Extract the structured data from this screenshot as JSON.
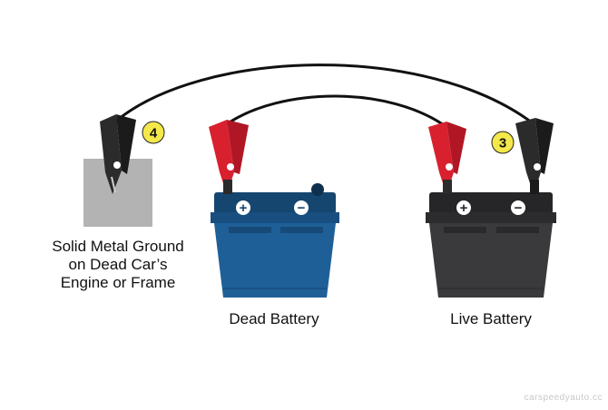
{
  "diagram": {
    "ground_label_lines": [
      "Solid Metal Ground",
      "on Dead Car’s",
      "Engine or Frame"
    ],
    "dead_battery_label": "Dead Battery",
    "live_battery_label": "Live Battery",
    "step_badges": {
      "ground_clamp": "4",
      "live_negative_clamp": "3"
    },
    "terminal_symbols": {
      "positive": "+",
      "negative": "−"
    },
    "watermark": "carspeedyauto.cc"
  },
  "colors": {
    "dead_battery_body": "#1f5f98",
    "dead_battery_dark": "#15466f",
    "live_battery_body": "#3a3a3c",
    "live_battery_dark": "#262628",
    "red_clamp": "#d8202f",
    "black_clamp": "#2b2b2b",
    "cable": "#111111",
    "ground_plate": "#b3b3b3",
    "badge_fill": "#f4e84a"
  }
}
